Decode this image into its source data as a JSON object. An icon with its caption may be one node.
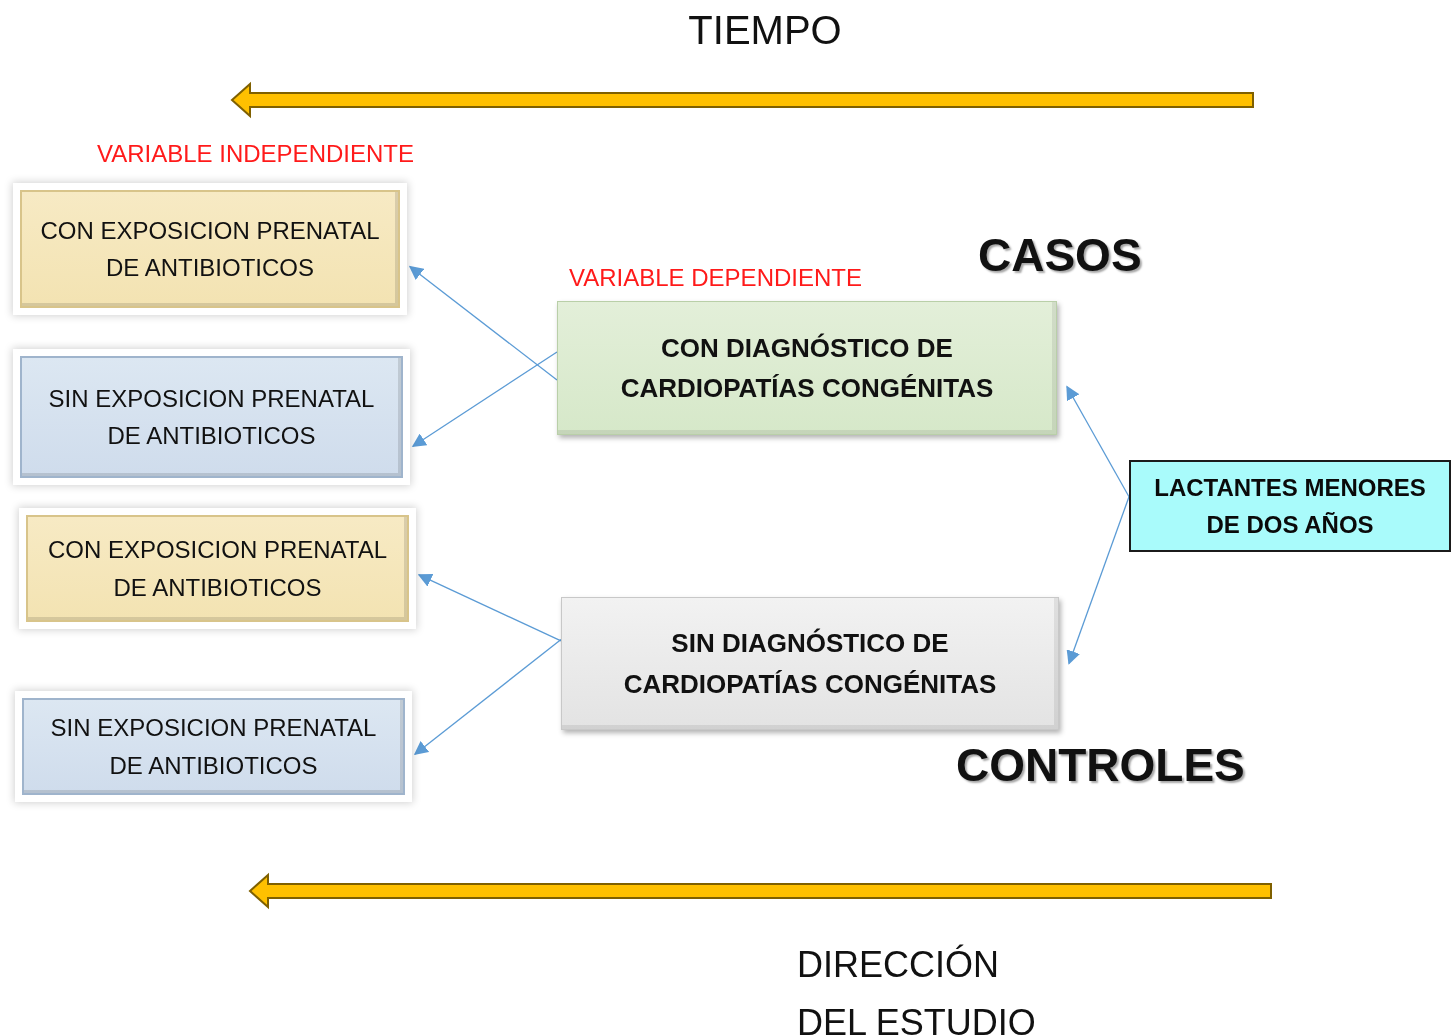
{
  "diagram": {
    "nodes": [
      {
        "text": [
          "CON EXPOSICION PRENATAL DE ANTIBIOTICOS"
        ]
      },
      {
        "text": [
          "SIN EXPOSICION PRENATAL DE ANTIBIOTICOS"
        ]
      },
      {
        "text": [
          "CON EXPOSICION PRENATAL DE ANTIBIOTICOS"
        ]
      },
      {
        "text": [
          "SIN EXPOSICION PRENATAL DE ANTIBIOTICOS"
        ]
      },
      {
        "text": [
          "CON DIAGNÓSTICO DE CARDIOPATÍAS CONGÉNITAS"
        ]
      },
      {
        "text": [
          "SIN DIAGNÓSTICO DE CARDIOPATÍAS CONGÉNITAS"
        ]
      },
      {
        "text": [
          "LACTANTES MENORES DE DOS AÑOS"
        ]
      }
    ],
    "edges": [
      {
        "from": 4,
        "to": 0,
        "arrow": "to"
      },
      {
        "from": 4,
        "to": 1,
        "arrow": "to"
      },
      {
        "from": 5,
        "to": 2,
        "arrow": "to"
      },
      {
        "from": 5,
        "to": 3,
        "arrow": "to"
      },
      {
        "from": 6,
        "to": 4,
        "arrow": "to"
      },
      {
        "from": 6,
        "to": 5,
        "arrow": "to"
      }
    ],
    "labels": [
      "TIEMPO",
      "VARIABLE INDEPENDIENTE",
      "VARIABLE DEPENDIENTE",
      "CASOS",
      "CONTROLES",
      "DIRECCIÓN DEL ESTUDIO"
    ]
  }
}
